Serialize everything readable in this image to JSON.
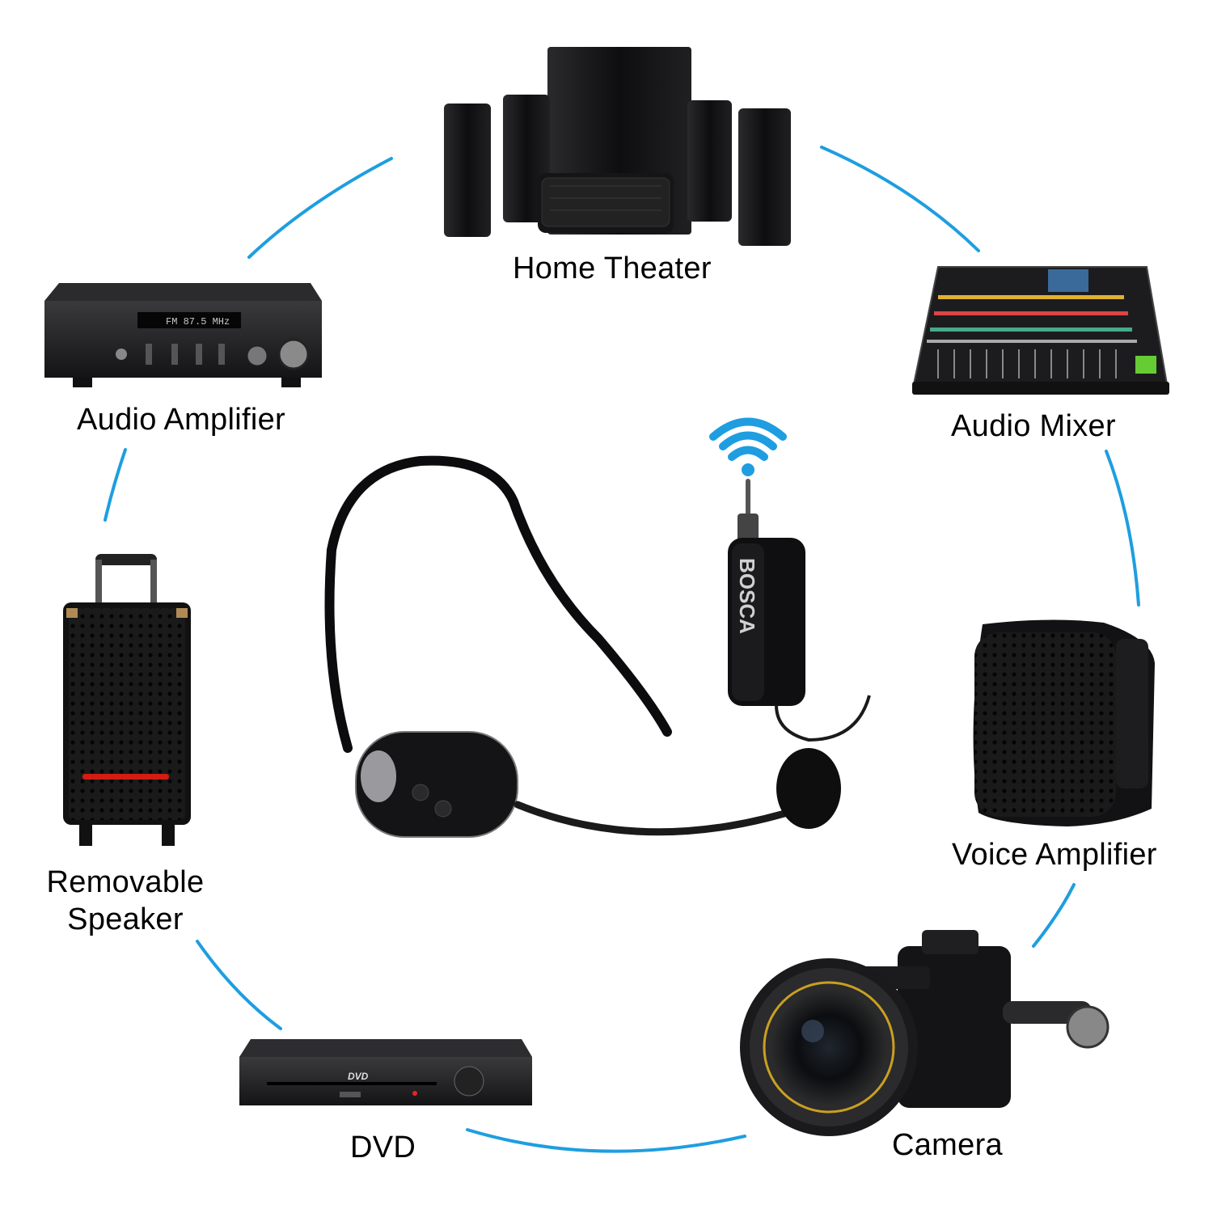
{
  "accent_color": "#1e9ee0",
  "devices": {
    "home_theater": "Home Theater",
    "audio_amplifier": "Audio Amplifier",
    "audio_mixer": "Audio Mixer",
    "removable_speaker_line1": "Removable",
    "removable_speaker_line2": "Speaker",
    "voice_amplifier": "Voice Amplifier",
    "dvd": "DVD",
    "camera": "Camera"
  },
  "product": {
    "brand": "BOSCA",
    "icon": "wifi-wireless-icon"
  },
  "amplifier_display": "FM 87.5 MHz",
  "dvd_logo": "DVD"
}
